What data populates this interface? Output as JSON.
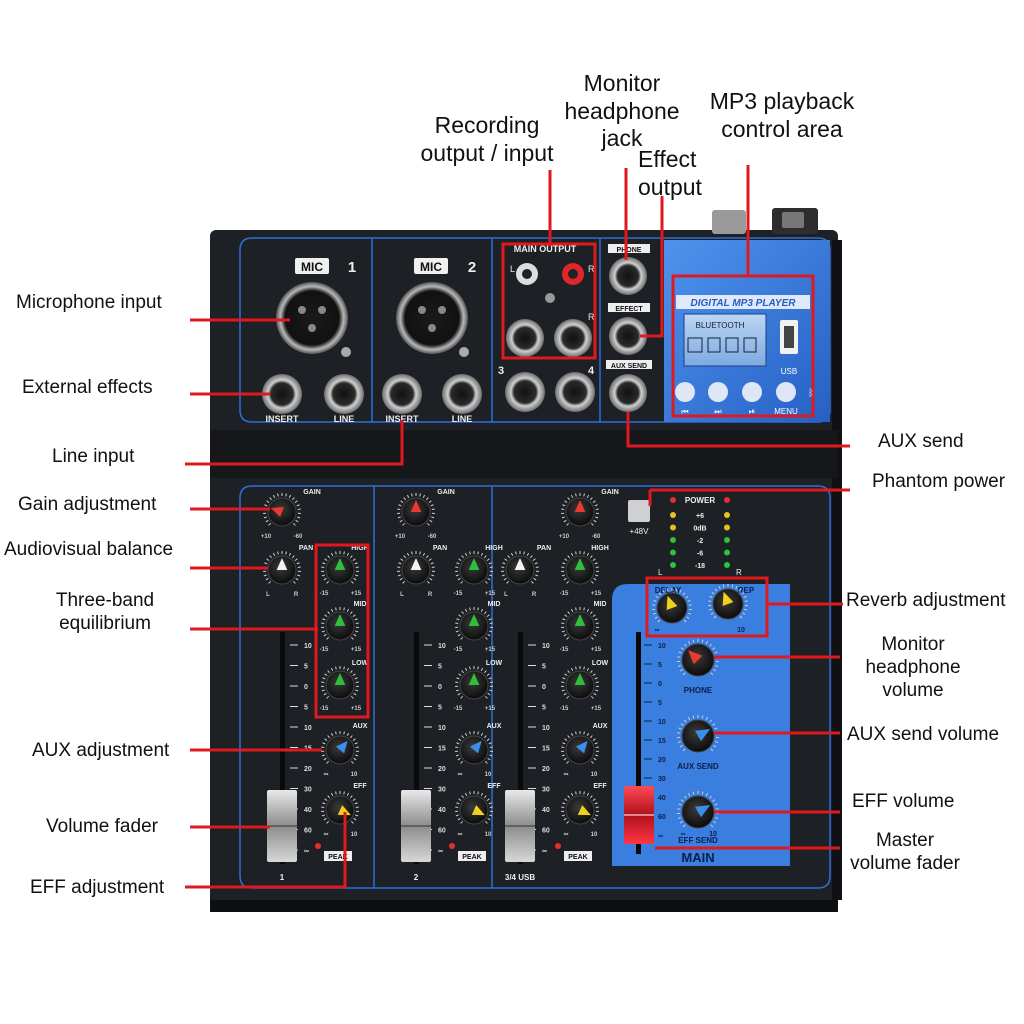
{
  "callouts": {
    "microphone_input": "Microphone input",
    "external_effects": "External effects",
    "line_input": "Line input",
    "gain_adjustment": "Gain adjustment",
    "audiovisual_balance": "Audiovisual balance",
    "three_band_line1": "Three-band",
    "three_band_line2": "equilibrium",
    "aux_adjustment": "AUX adjustment",
    "volume_fader": "Volume fader",
    "eff_adjustment": "EFF adjustment",
    "recording_line1": "Recording",
    "recording_line2": "output / input",
    "monitor_jack_line1": "Monitor",
    "monitor_jack_line2": "headphone",
    "monitor_jack_line3": "jack",
    "effect_output_line1": "Effect",
    "effect_output_line2": "output",
    "mp3_line1": "MP3 playback",
    "mp3_line2": "control area",
    "aux_send": "AUX send",
    "phantom_power": "Phantom power",
    "reverb_adjustment": "Reverb adjustment",
    "monitor_volume_line1": "Monitor",
    "monitor_volume_line2": "headphone",
    "monitor_volume_line3": "volume",
    "aux_send_volume": "AUX send volume",
    "eff_volume": "EFF volume",
    "master_line1": "Master",
    "master_line2": "volume fader"
  },
  "panel": {
    "mic": "MIC",
    "ch1": "1",
    "ch2": "2",
    "ch3": "3",
    "ch4": "4",
    "insert": "INSERT",
    "line": "LINE",
    "main_output": "MAIN OUTPUT",
    "l": "L",
    "r": "R",
    "phone": "PHONE",
    "effect": "EFFECT",
    "aux_send": "AUX SEND",
    "mp3_title": "DIGITAL MP3 PLAYER",
    "bluetooth": "BLUETOOTH",
    "usb": "USB",
    "menu": "MENU",
    "gain": "GAIN",
    "pan": "PAN",
    "high": "HIGH",
    "mid": "MID",
    "low": "LOW",
    "aux": "AUX",
    "eff": "EFF",
    "peak": "PEAK",
    "plus48v": "+48V",
    "power": "POWER",
    "meter_levels": [
      "+6",
      "0dB",
      "-2",
      "-6",
      "-18"
    ],
    "delay": "DELAY",
    "rep": "REP",
    "phone_knob": "PHONE",
    "aux_send_knob": "AUX SEND",
    "eff_send": "EFF SEND",
    "main": "MAIN",
    "ch34_usb": "3/4 USB",
    "fader_scale": [
      "10",
      "5",
      "0",
      "5",
      "10",
      "15",
      "20",
      "30",
      "40",
      "60",
      "∞"
    ],
    "gain_min": "+10",
    "gain_max": "-60",
    "eq_min": "-15",
    "eq_max": "+15",
    "inf": "∞",
    "ten": "10"
  },
  "colors": {
    "callout_line": "#e0191f",
    "panel_body": "#1c1e22",
    "panel_blue": "#2f6fd6",
    "mp3_blue": "#3a7ee0",
    "knob_red": "#e83a2f",
    "knob_green": "#2fbf3a",
    "knob_blue": "#3a8ee8",
    "knob_yellow": "#f0d21a",
    "knob_white": "#f2f2f2"
  }
}
